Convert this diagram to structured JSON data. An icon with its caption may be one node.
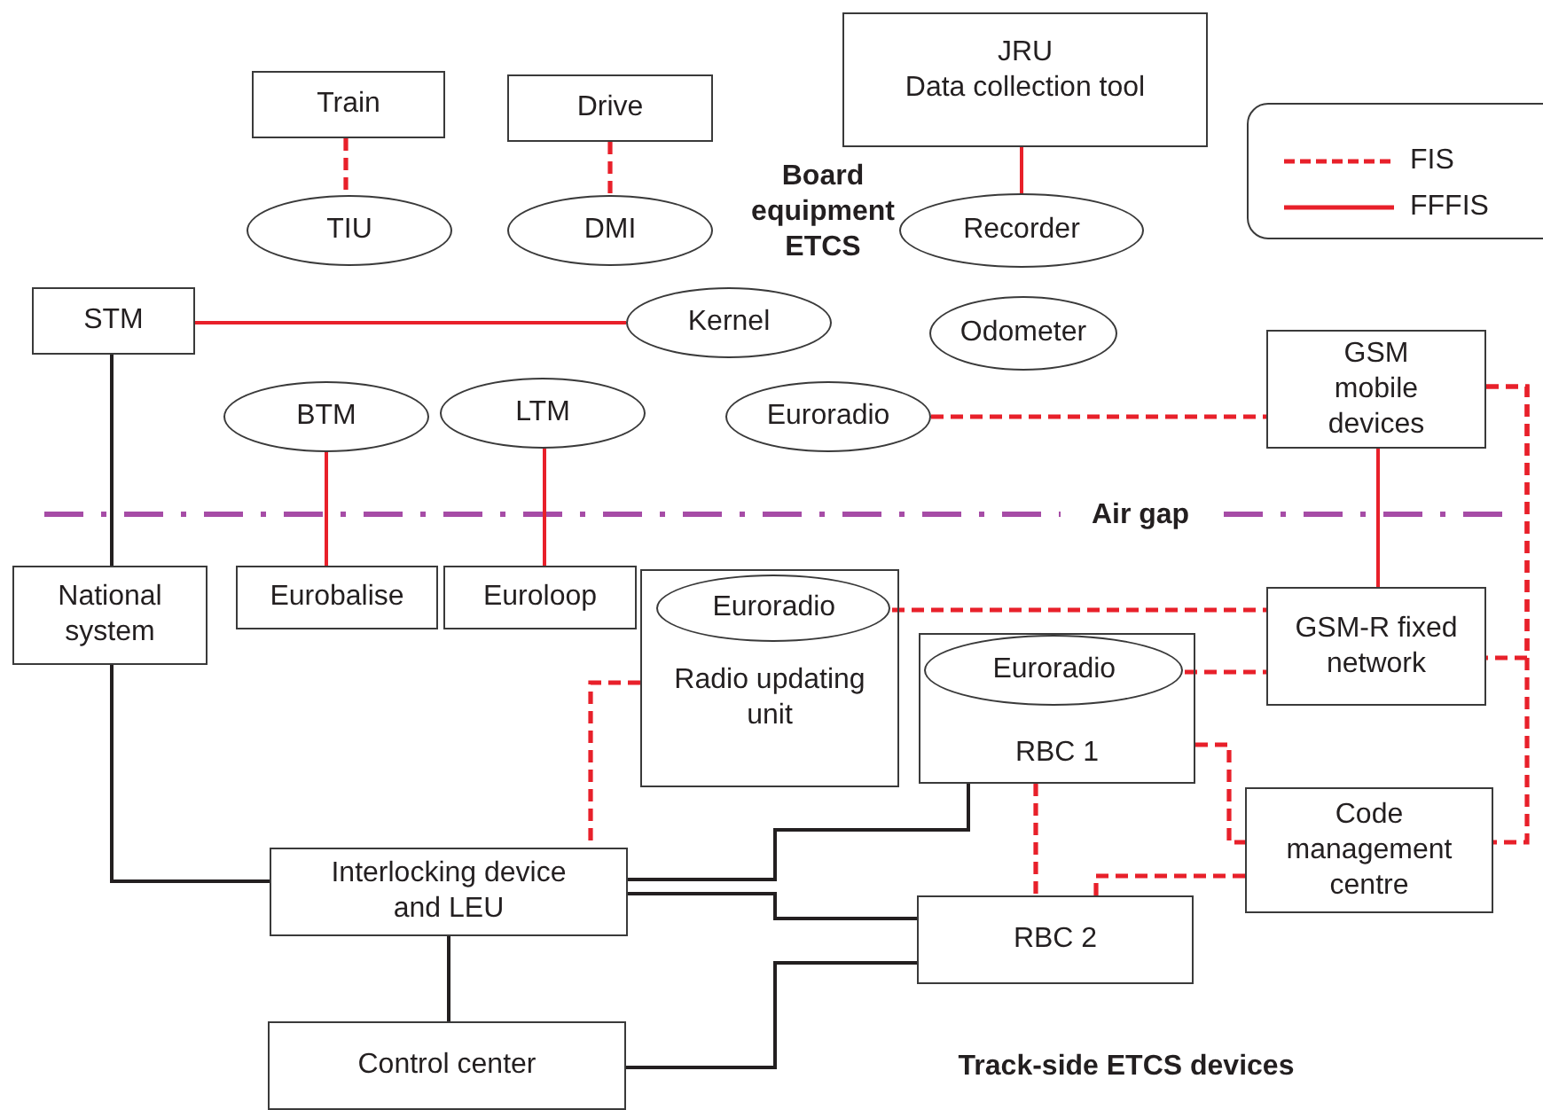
{
  "diagram": {
    "nodes": [
      {
        "text": [
          "Train"
        ]
      },
      {
        "text": [
          "Drive"
        ]
      },
      {
        "text": [
          "JRU",
          "Data collection tool"
        ]
      },
      {
        "text": [
          "TIU"
        ]
      },
      {
        "text": [
          "DMI"
        ]
      },
      {
        "text": [
          "Recorder"
        ]
      },
      {
        "text": [
          "STM"
        ]
      },
      {
        "text": [
          "Kernel"
        ]
      },
      {
        "text": [
          "Odometer"
        ]
      },
      {
        "text": [
          "BTM"
        ]
      },
      {
        "text": [
          "LTM"
        ]
      },
      {
        "text": [
          "Euroradio"
        ]
      },
      {
        "text": [
          "GSM mobile devices"
        ]
      },
      {
        "text": [
          "National system"
        ]
      },
      {
        "text": [
          "Eurobalise"
        ]
      },
      {
        "text": [
          "Euroloop"
        ]
      },
      {
        "text": [
          "Radio updating unit"
        ]
      },
      {
        "text": [
          "Euroradio"
        ],
        "in": 16
      },
      {
        "text": [
          "GSM-R fixed network"
        ]
      },
      {
        "text": [
          "RBC 1"
        ]
      },
      {
        "text": [
          "Euroradio"
        ],
        "in": 19
      },
      {
        "text": [
          "Code management centre"
        ]
      },
      {
        "text": [
          "Interlocking device and LEU"
        ]
      },
      {
        "text": [
          "RBC 2"
        ]
      },
      {
        "text": [
          "Control center"
        ]
      }
    ],
    "edges": [
      {
        "from": 0,
        "to": 3,
        "arrow": "none",
        "style": "dashed"
      },
      {
        "from": 1,
        "to": 4,
        "arrow": "none",
        "style": "dashed"
      },
      {
        "from": 2,
        "to": 5,
        "arrow": "none"
      },
      {
        "from": 6,
        "to": 7,
        "arrow": "none"
      },
      {
        "from": 6,
        "to": 13,
        "arrow": "none",
        "color": "#231f20"
      },
      {
        "from": 9,
        "to": 14,
        "arrow": "none"
      },
      {
        "from": 10,
        "to": 15,
        "arrow": "none"
      },
      {
        "from": 11,
        "to": 12,
        "arrow": "none",
        "style": "dashed"
      },
      {
        "from": 12,
        "to": 18,
        "arrow": "none"
      },
      {
        "from": 12,
        "to": 18,
        "arrow": "none",
        "style": "dashed"
      },
      {
        "from": 12,
        "to": 21,
        "arrow": "none",
        "style": "dashed"
      },
      {
        "from": 17,
        "to": 18,
        "arrow": "none",
        "style": "dashed"
      },
      {
        "from": 20,
        "to": 18,
        "arrow": "none",
        "style": "dashed"
      },
      {
        "from": 16,
        "to": 22,
        "arrow": "none",
        "style": "dashed"
      },
      {
        "from": 19,
        "to": 21,
        "arrow": "none",
        "style": "dashed"
      },
      {
        "from": 19,
        "to": 23,
        "arrow": "none",
        "style": "dashed"
      },
      {
        "from": 21,
        "to": 23,
        "arrow": "none",
        "style": "dashed"
      },
      {
        "from": 13,
        "to": 22,
        "arrow": "none",
        "color": "#231f20"
      },
      {
        "from": 22,
        "to": 19,
        "arrow": "none",
        "color": "#231f20"
      },
      {
        "from": 22,
        "to": 23,
        "arrow": "none",
        "color": "#231f20"
      },
      {
        "from": 22,
        "to": 24,
        "arrow": "none",
        "color": "#231f20"
      },
      {
        "from": 24,
        "to": 23,
        "arrow": "none",
        "color": "#231f20"
      }
    ],
    "labels": [
      "Board equipment ETCS",
      "Air gap",
      "Track-side ETCS devices"
    ],
    "legend": [
      {
        "text": "FIS"
      },
      {
        "text": "FFFIS"
      }
    ]
  }
}
